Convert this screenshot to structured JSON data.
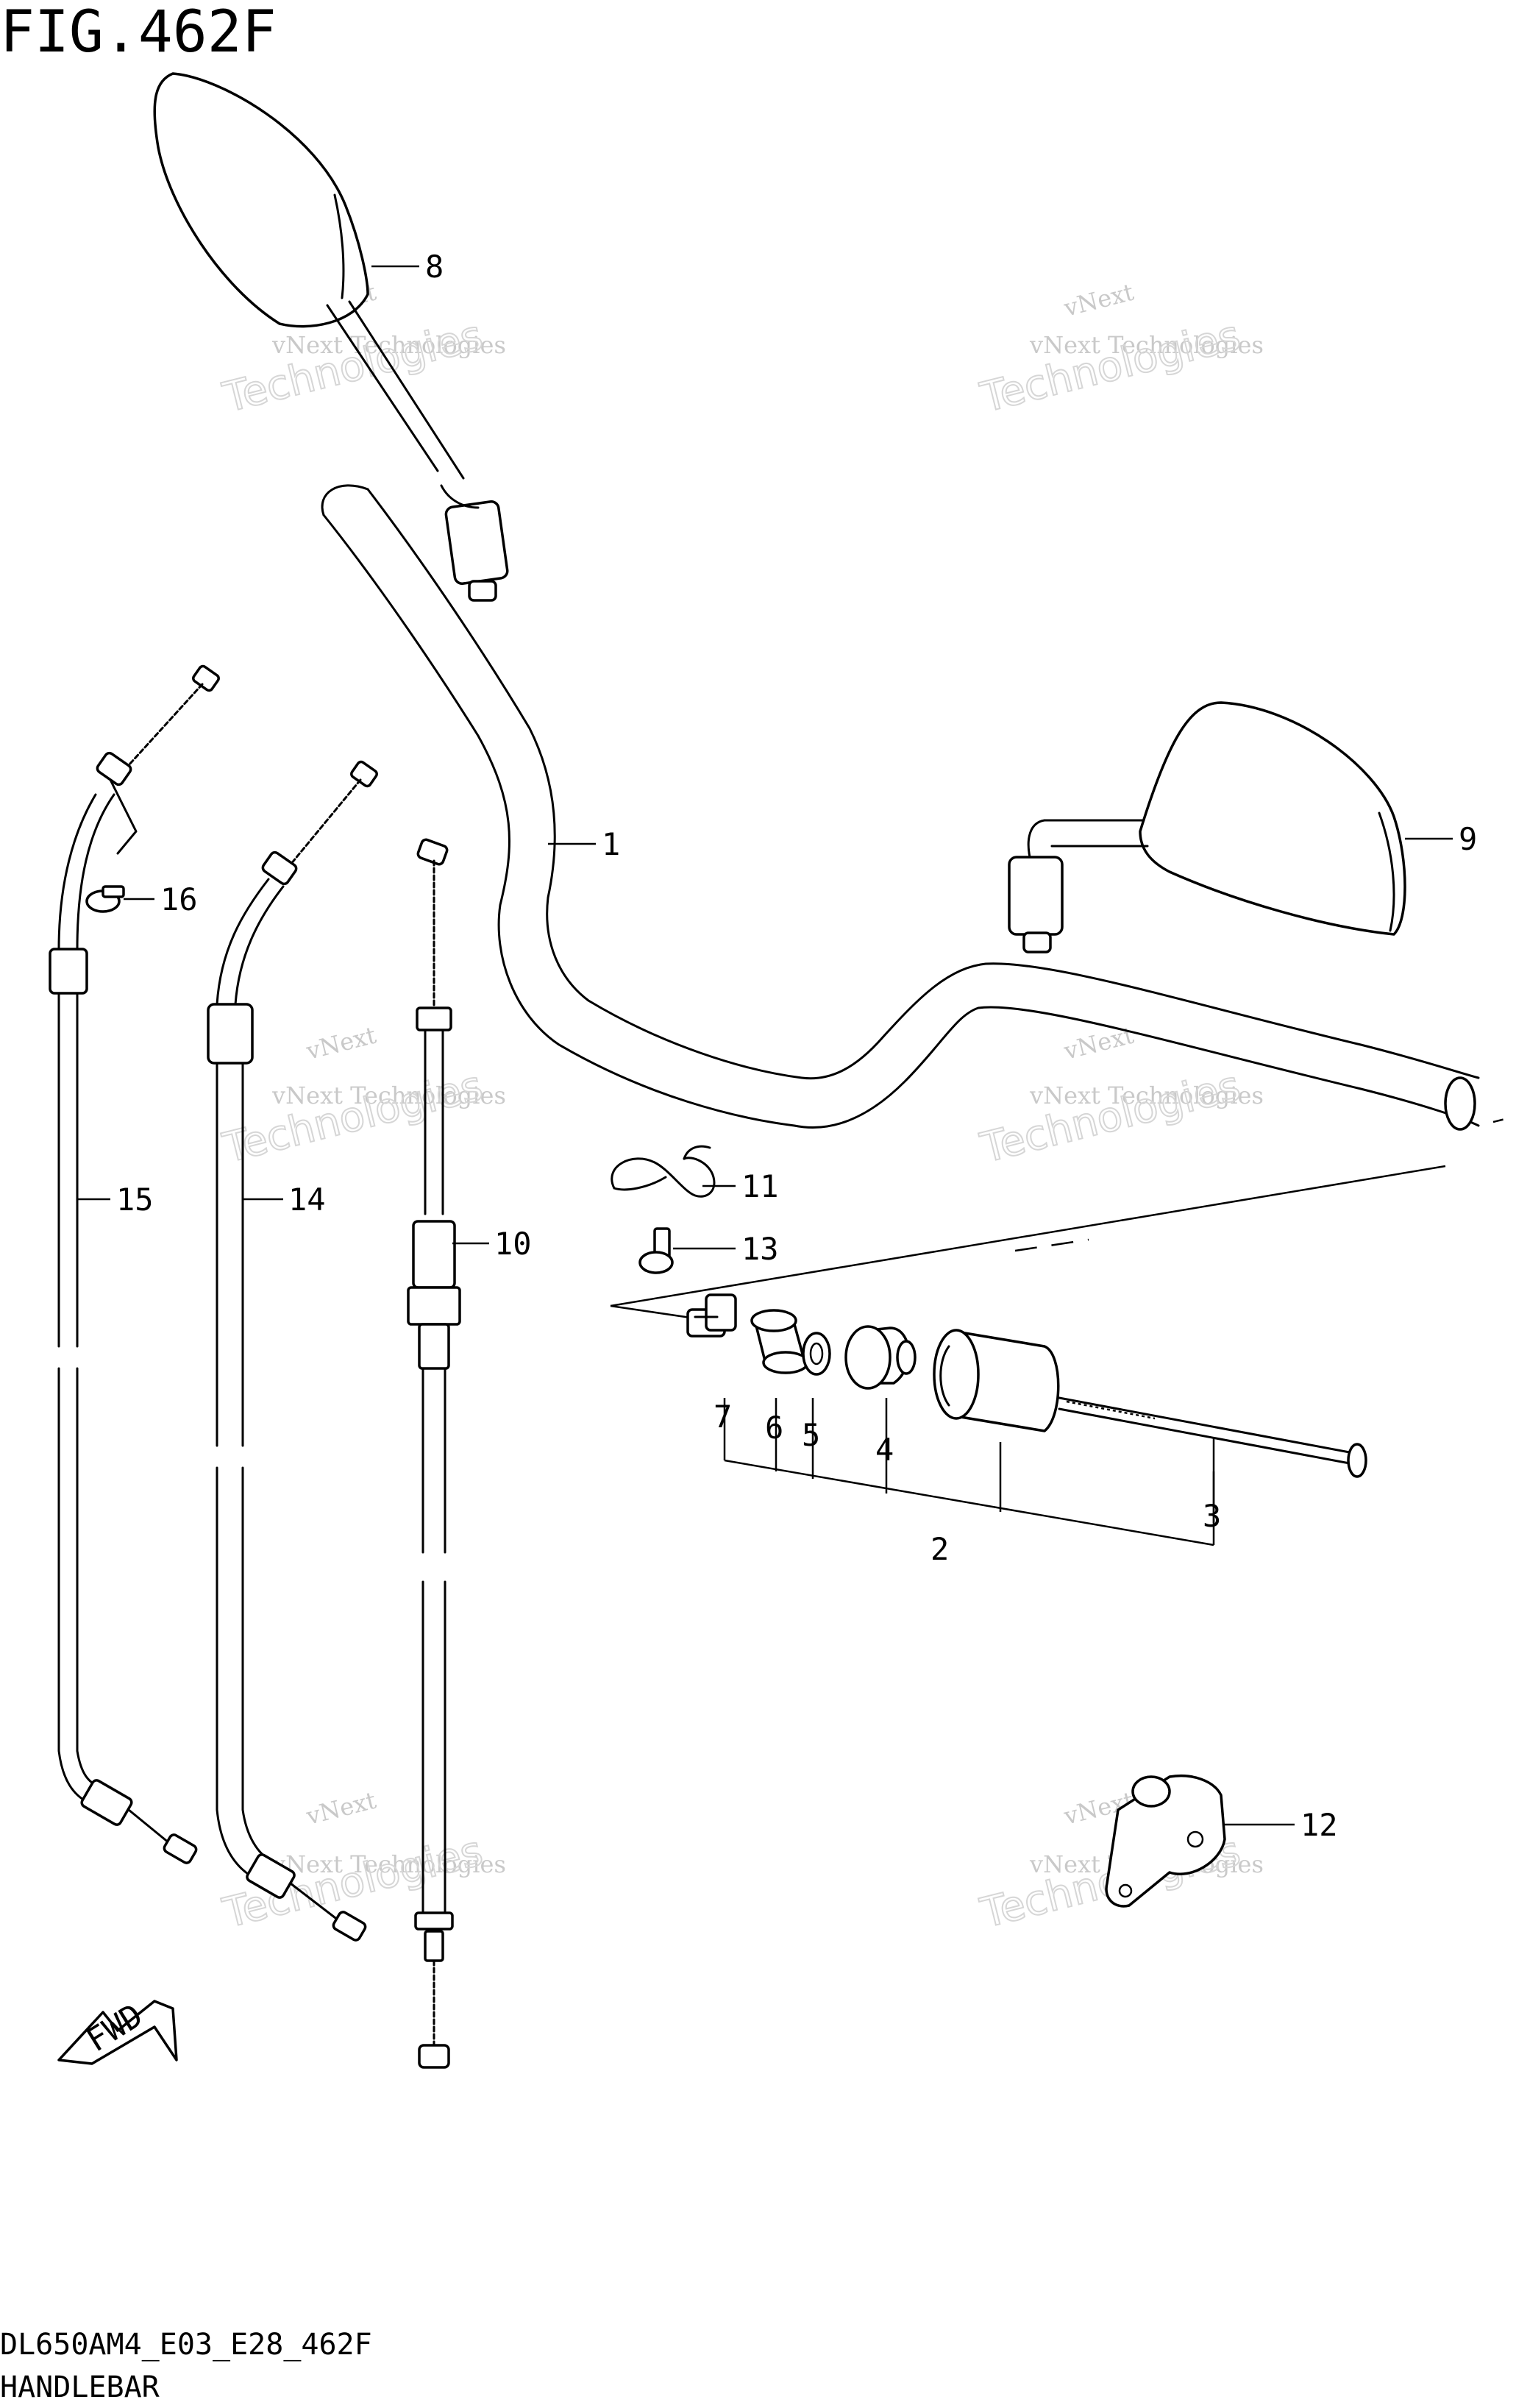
{
  "figure": {
    "title": "FIG.462F",
    "model_code": "DL650AM4_E03_E28_462F",
    "section_name": "HANDLEBAR"
  },
  "fwd_label": "FWD",
  "watermark": {
    "line1": "vNext",
    "line2": "vNext Technologies",
    "line3": "Technologies"
  },
  "callouts": [
    {
      "id": "1",
      "label": "1"
    },
    {
      "id": "2",
      "label": "2"
    },
    {
      "id": "3",
      "label": "3"
    },
    {
      "id": "4",
      "label": "4"
    },
    {
      "id": "5",
      "label": "5"
    },
    {
      "id": "6",
      "label": "6"
    },
    {
      "id": "7",
      "label": "7"
    },
    {
      "id": "8",
      "label": "8"
    },
    {
      "id": "9",
      "label": "9"
    },
    {
      "id": "10",
      "label": "10"
    },
    {
      "id": "11",
      "label": "11"
    },
    {
      "id": "12",
      "label": "12"
    },
    {
      "id": "13",
      "label": "13"
    },
    {
      "id": "14",
      "label": "14"
    },
    {
      "id": "15",
      "label": "15"
    },
    {
      "id": "16",
      "label": "16"
    }
  ]
}
